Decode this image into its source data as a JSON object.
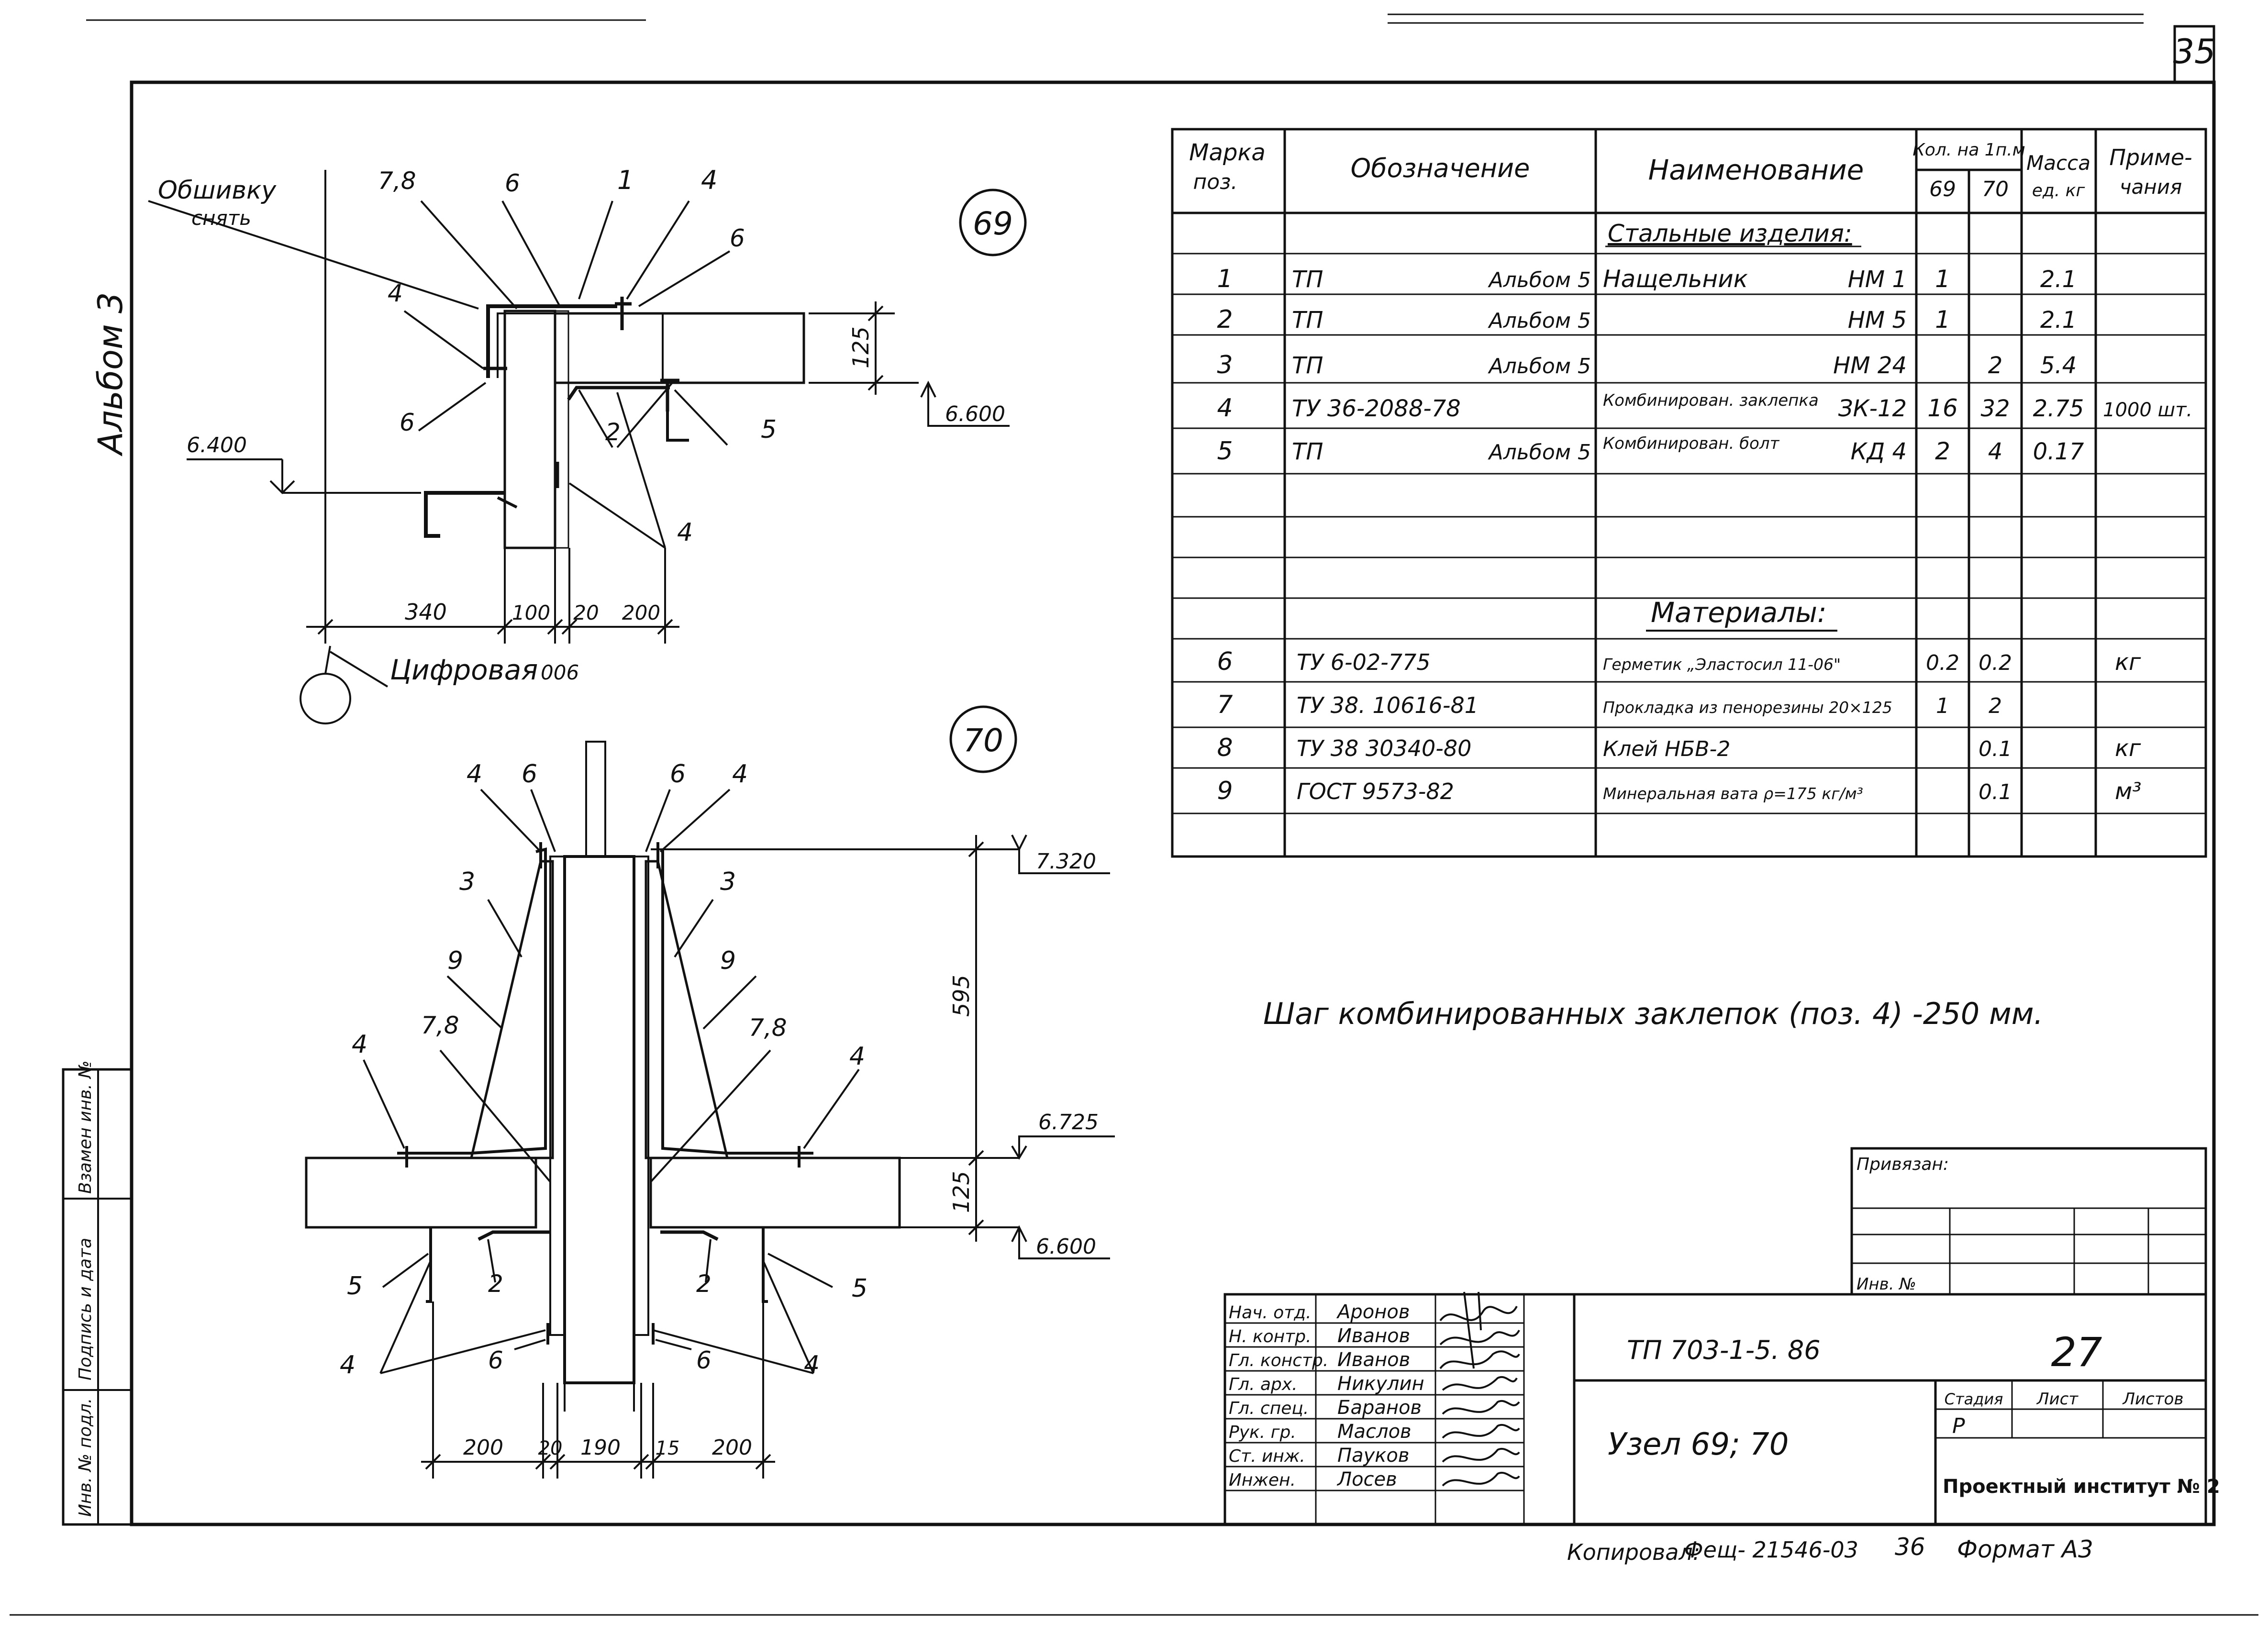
{
  "sheet_number": "35",
  "side_album": "Альбом 3",
  "nodes": {
    "n69": "69",
    "n70": "70"
  },
  "drawing69": {
    "note_remove": "Обшивку",
    "note_remove2": "снять",
    "callouts": {
      "c78": "7,8",
      "c6a": "6",
      "c1": "1",
      "c4a": "4",
      "c6b": "6",
      "c4b": "4",
      "c6c": "6",
      "c2": "2",
      "c5": "5",
      "c4c": "4"
    },
    "dim_125": "125",
    "level_600": "6.600",
    "level_400": "6.400",
    "dims": [
      "340",
      "100",
      "20",
      "200"
    ],
    "axis_label": "Цифровая",
    "axis_note": "006"
  },
  "drawing70": {
    "callouts": {
      "t4l": "4",
      "t6l": "6",
      "t6r": "6",
      "t4r": "4",
      "t3l": "3",
      "t3r": "3",
      "t9l": "9",
      "t9r": "9",
      "t78l": "7,8",
      "t78r": "7,8",
      "m4l": "4",
      "m4r": "4",
      "b5l": "5",
      "b2l": "2",
      "b2r": "2",
      "b5r": "5",
      "b4l": "4",
      "b6l": "6",
      "b6r": "6",
      "b4r": "4"
    },
    "level_320": "7.320",
    "level_725": "6.725",
    "level_600": "6.600",
    "dim_595": "595",
    "dim_125": "125",
    "dims": [
      "200",
      "20",
      "190",
      "15",
      "200"
    ]
  },
  "spec_table": {
    "headers": {
      "mark": "Марка",
      "mark2": "поз.",
      "designation": "Обозначение",
      "name": "Наименование",
      "qty": "Кол. на 1п.м",
      "q69": "69",
      "q70": "70",
      "mass": "Масса",
      "mass2": "ед. кг",
      "notes": "Приме-",
      "notes2": "чания"
    },
    "section_steel": "Стальные изделия:",
    "section_materials": "Материалы:",
    "rows": [
      {
        "pos": "1",
        "doc": "ТП",
        "album": "Альбом 5",
        "name": "Нащельник",
        "code": "НМ 1",
        "q69": "1",
        "q70": "",
        "mass": "2.1",
        "note": ""
      },
      {
        "pos": "2",
        "doc": "ТП",
        "album": "Альбом 5",
        "name": "",
        "code": "НМ 5",
        "q69": "1",
        "q70": "",
        "mass": "2.1",
        "note": ""
      },
      {
        "pos": "3",
        "doc": "ТП",
        "album": "Альбом 5",
        "name": "",
        "code": "НМ 24",
        "q69": "",
        "q70": "2",
        "mass": "5.4",
        "note": ""
      },
      {
        "pos": "4",
        "doc": "ТУ 36-2088-78",
        "album": "",
        "name": "Комбинирован. заклепка",
        "code": "ЗК-12",
        "q69": "16",
        "q70": "32",
        "mass": "2.75",
        "note": "1000 шт."
      },
      {
        "pos": "5",
        "doc": "ТП",
        "album": "Альбом 5",
        "name": "Комбинирован. болт",
        "code": "КД 4",
        "q69": "2",
        "q70": "4",
        "mass": "0.17",
        "note": ""
      }
    ],
    "materials": [
      {
        "pos": "6",
        "doc": "ТУ 6-02-775",
        "name": "Герметик „Эластосил 11-06\"",
        "q69": "0.2",
        "q70": "0.2",
        "note": "кг"
      },
      {
        "pos": "7",
        "doc": "ТУ 38. 10616-81",
        "name": "Прокладка из пенорезины 20×125",
        "q69": "1",
        "q70": "2",
        "note": ""
      },
      {
        "pos": "8",
        "doc": "ТУ 38 30340-80",
        "name": "Клей НБВ-2",
        "q69": "",
        "q70": "0.1",
        "note": "кг"
      },
      {
        "pos": "9",
        "doc": "ГОСТ 9573-82",
        "name": "Минеральная вата ρ=175 кг/м³",
        "q69": "",
        "q70": "0.1",
        "note": "м³"
      }
    ]
  },
  "note_rivets": "Шаг комбинированных заклепок (поз. 4) -250 мм.",
  "binding": {
    "attached": "Привязан:",
    "inv": "Инв. №"
  },
  "title_block": {
    "roles": [
      "Нач. отд.",
      "Н. контр.",
      "Гл. констр.",
      "Гл. арх.",
      "Гл. спец.",
      "Рук. гр.",
      "Ст. инж.",
      "Инжен."
    ],
    "names": [
      "Аронов",
      "Иванов",
      "Иванов",
      "Никулин",
      "Баранов",
      "Маслов",
      "Пауков",
      "Лосев"
    ],
    "doc_code": "ТП 703-1-5. 86",
    "sheet": "27",
    "title": "Узел 69; 70",
    "stage_label": "Стадия",
    "sheet_label": "Лист",
    "sheets_label": "Листов",
    "stage": "Р",
    "institute": "Проектный институт № 2"
  },
  "left_strip": [
    "Инв. № подл.",
    "Подпись и дата",
    "Взамен инв. №"
  ],
  "footer": {
    "copied": "Копировал:",
    "copied_sig": "Фещ- 21546-03",
    "copied_num": "36",
    "format": "Формат А3"
  }
}
